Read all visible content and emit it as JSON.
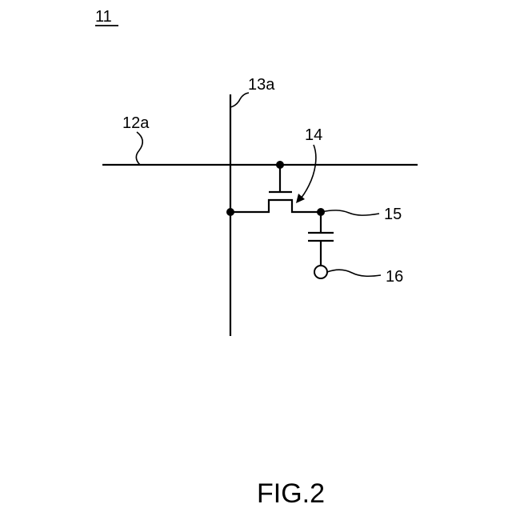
{
  "diagram": {
    "figure_number": "11",
    "caption": "FIG.2",
    "labels": {
      "scan_line": "12a",
      "signal_line": "13a",
      "transistor": "14",
      "pixel_electrode": "15",
      "common_electrode": "16"
    }
  }
}
